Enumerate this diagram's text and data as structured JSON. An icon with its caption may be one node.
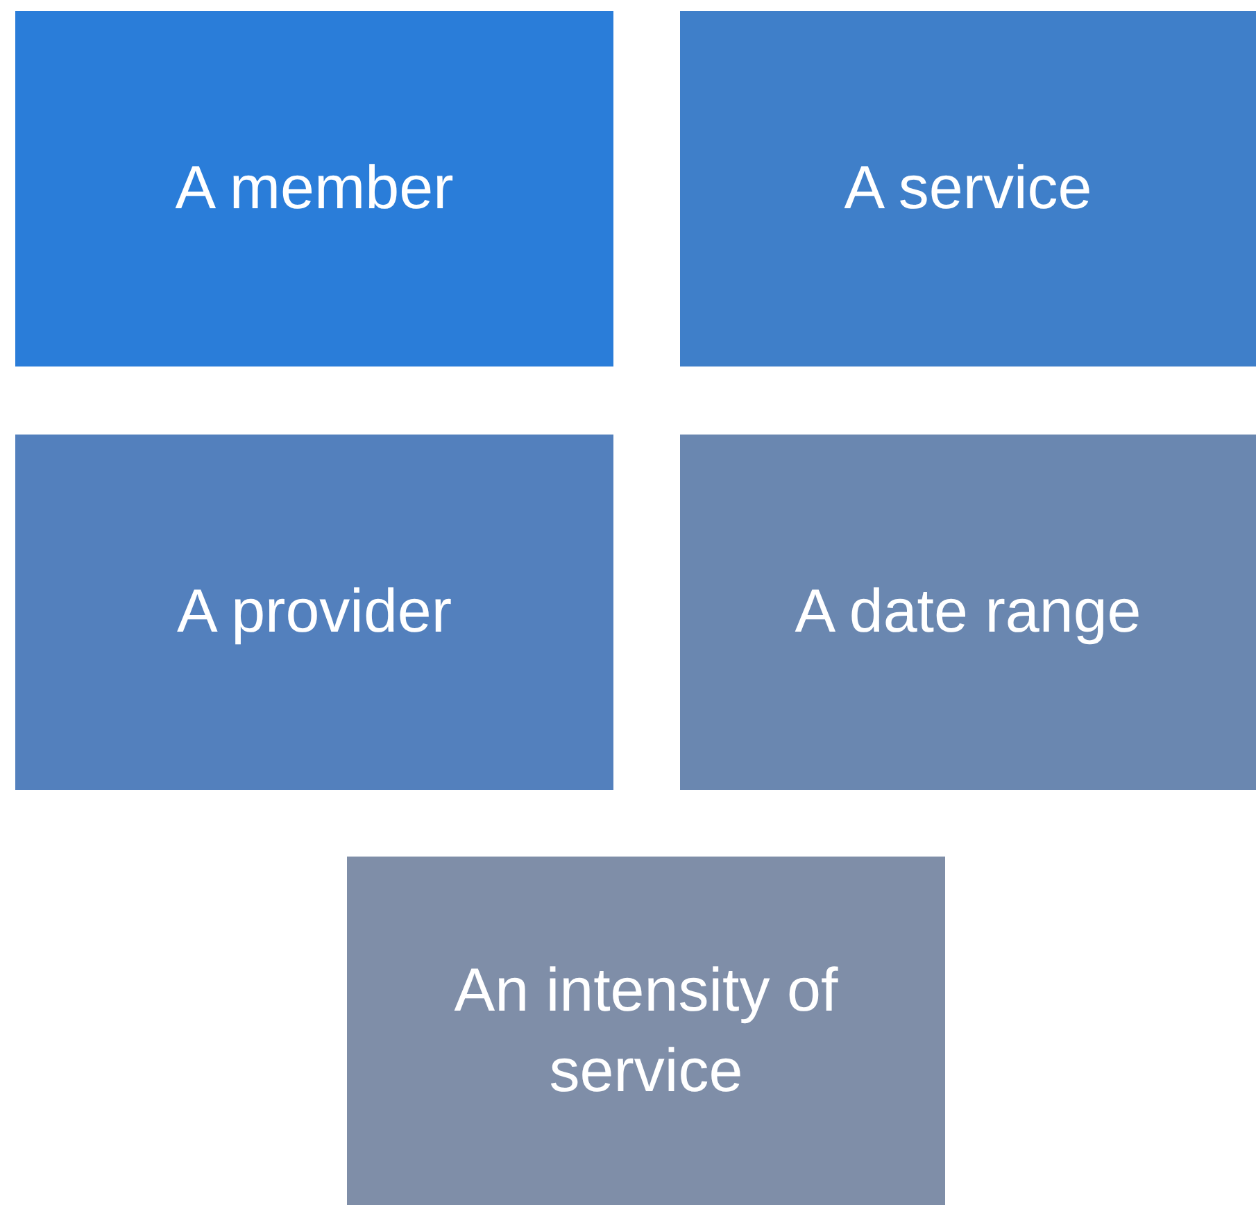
{
  "diagram": {
    "nodes": [
      {
        "text": [
          "A member"
        ]
      },
      {
        "text": [
          "A service"
        ]
      },
      {
        "text": [
          "A provider"
        ]
      },
      {
        "text": [
          "A date range"
        ]
      },
      {
        "text": [
          "An intensity of service"
        ]
      }
    ]
  }
}
